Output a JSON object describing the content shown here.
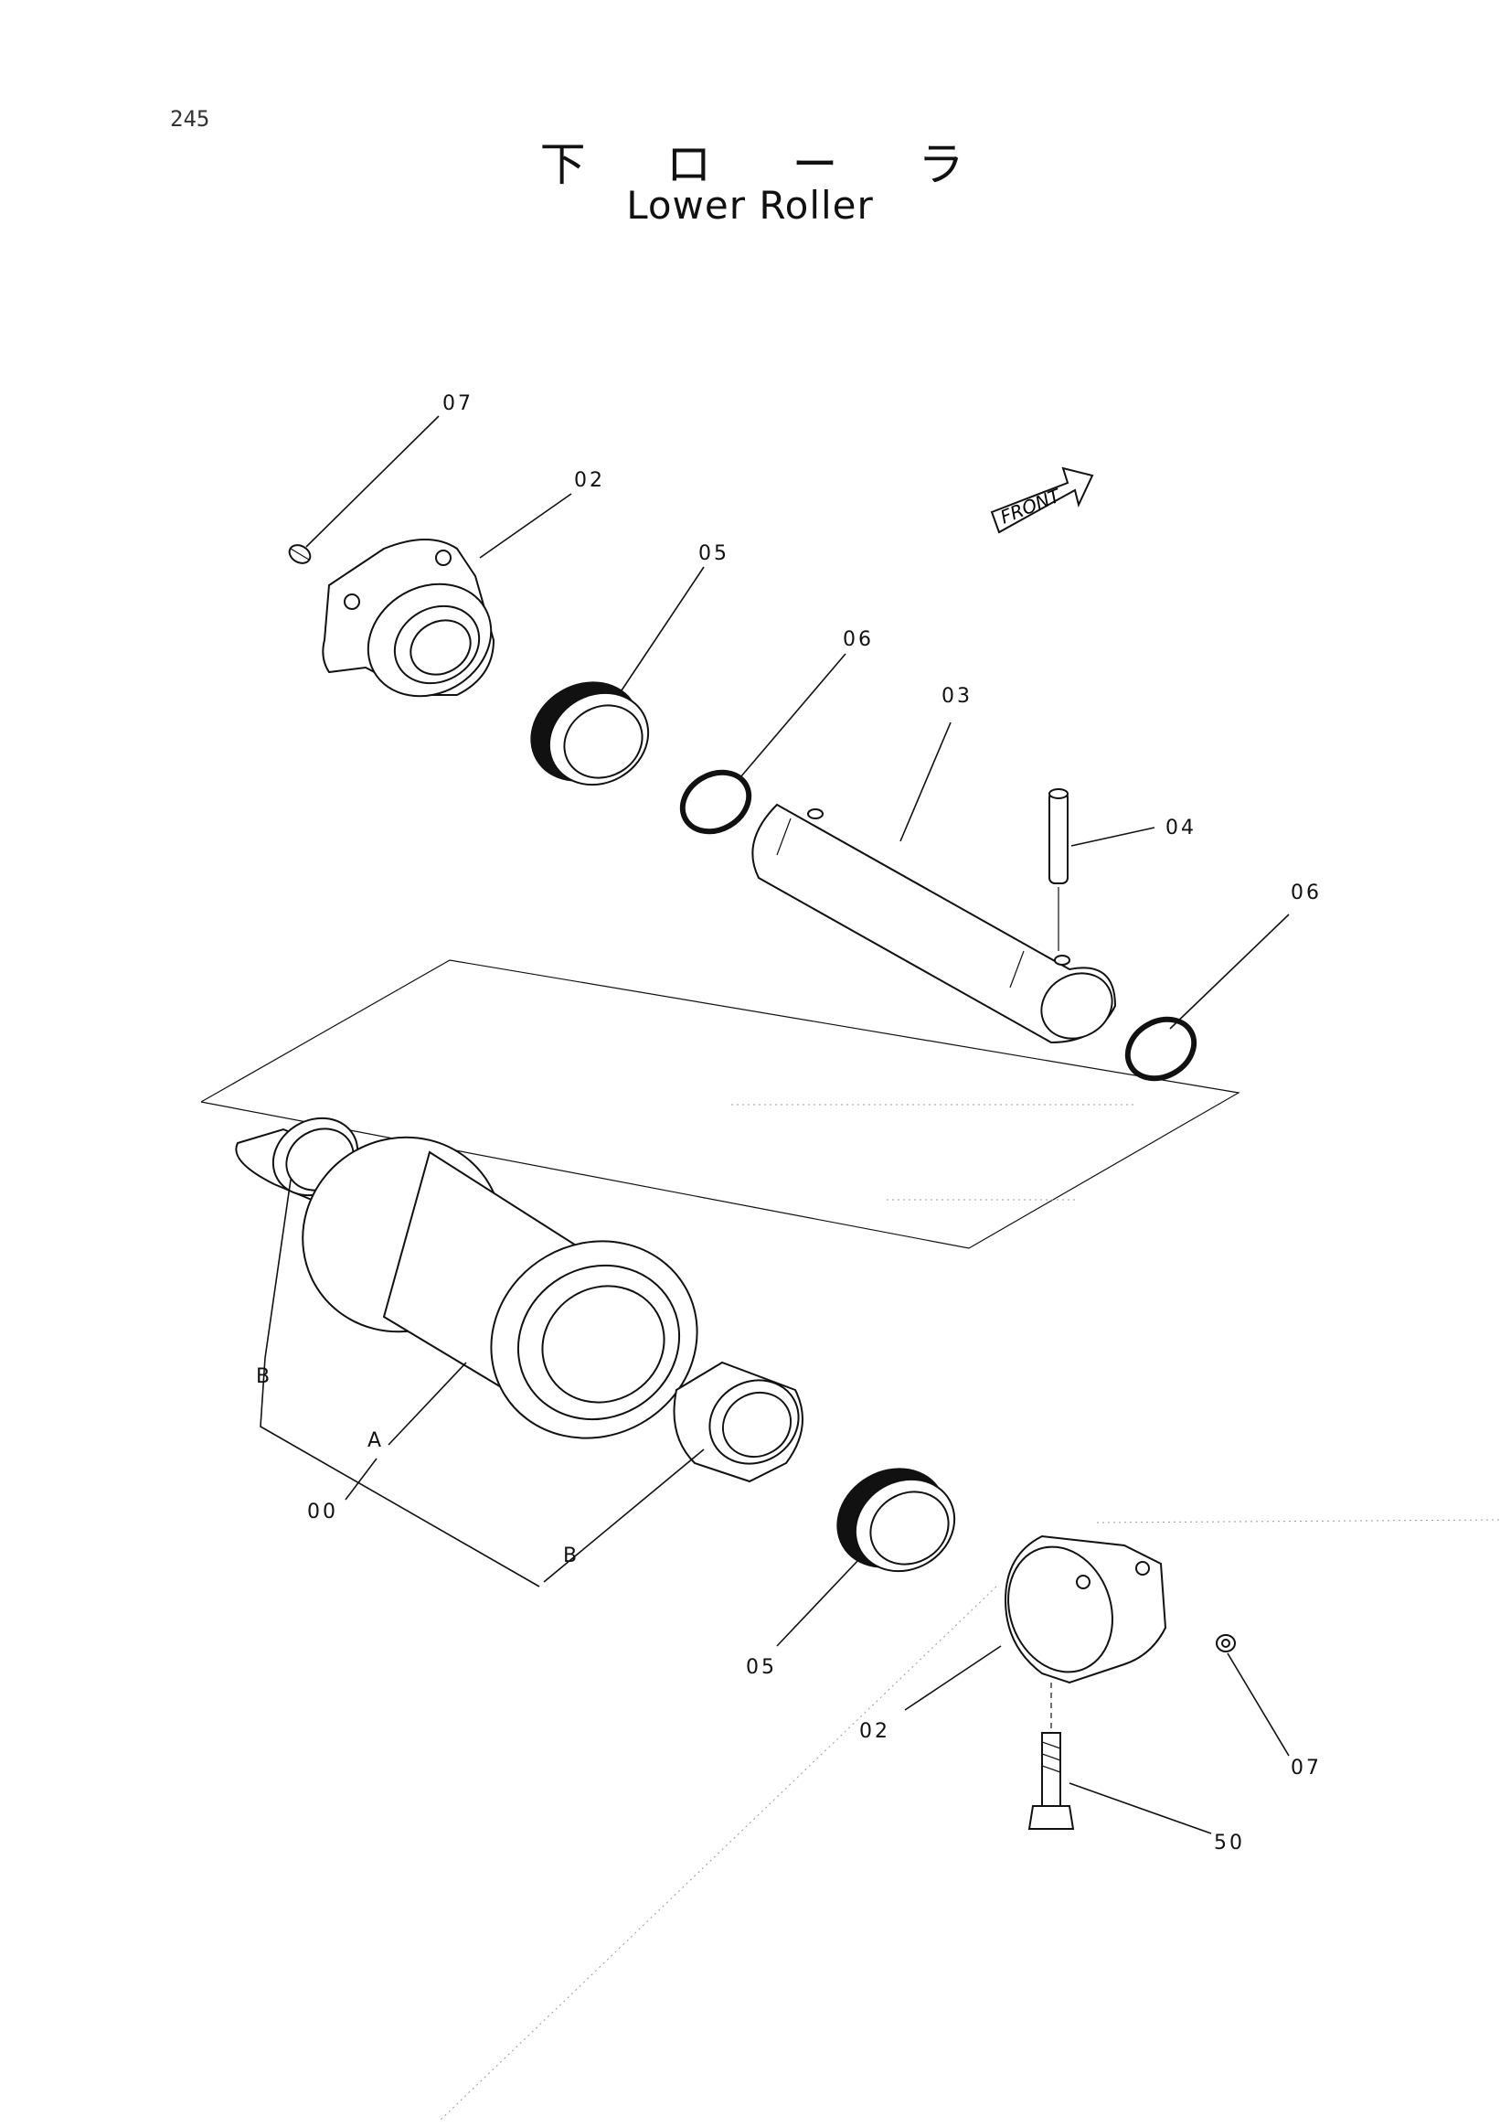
{
  "page": {
    "number": "245"
  },
  "title": {
    "japanese": "下 ロ ー ラ",
    "english": "Lower Roller"
  },
  "front_tag": "FRONT",
  "callouts": {
    "seal_cap_plug_top": "07",
    "collar_top": "02",
    "floating_seal_top": "05",
    "o_ring_left": "06",
    "shaft": "03",
    "pin": "04",
    "o_ring_right": "06",
    "bushing_left": "B",
    "roller": "A",
    "assembly": "00",
    "bushing_right": "B",
    "floating_seal_bottom": "05",
    "collar_bottom": "02",
    "plug_bottom": "07",
    "bolt": "50"
  }
}
